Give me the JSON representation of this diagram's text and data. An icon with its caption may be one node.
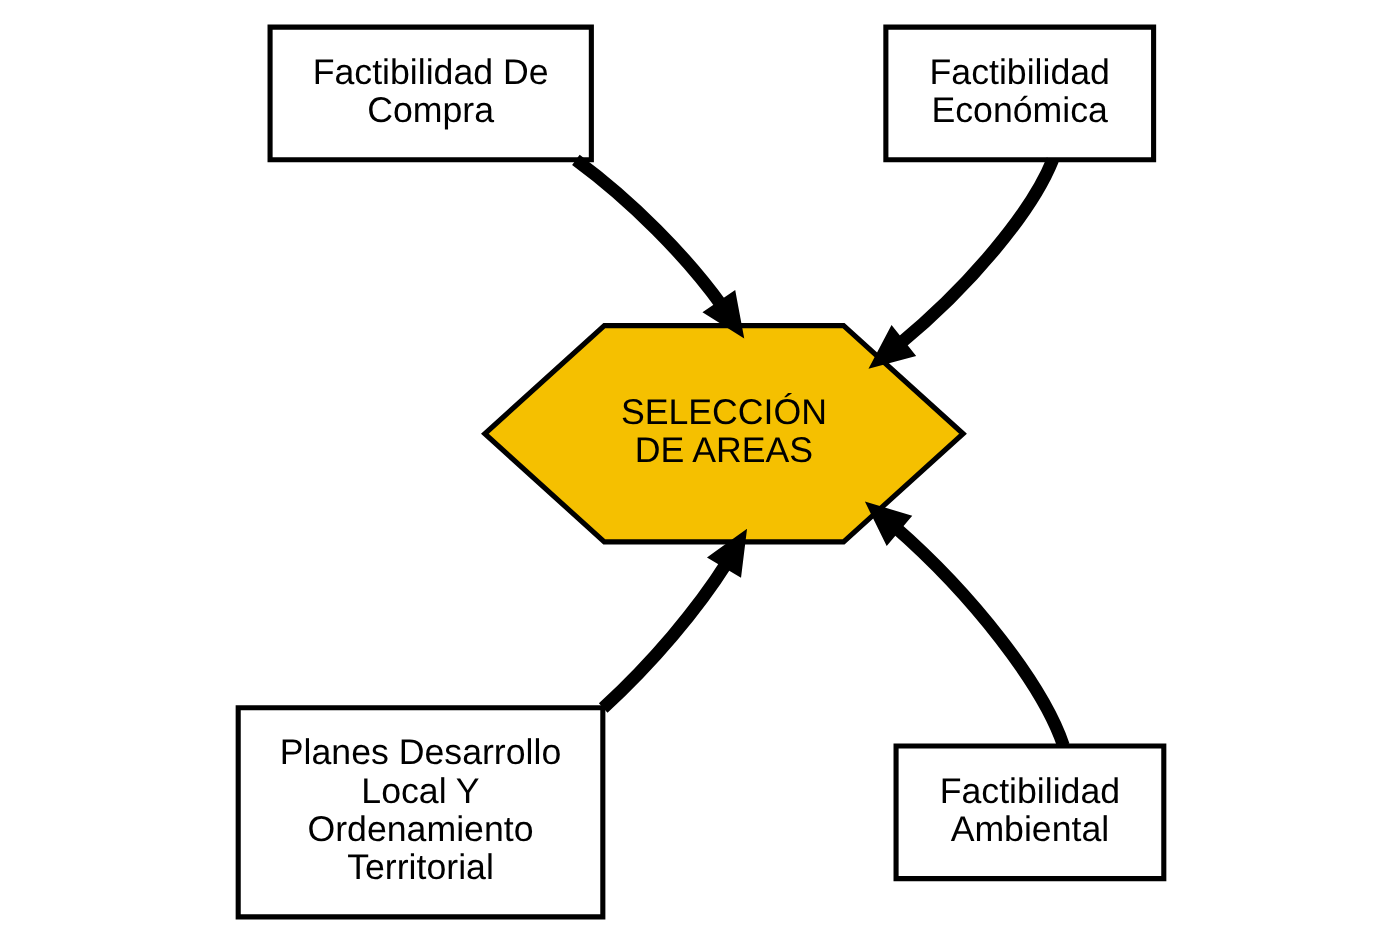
{
  "diagram": {
    "nodes": [
      {
        "text": [
          "Factibilidad De Compra"
        ]
      },
      {
        "text": [
          "Factibilidad Económica"
        ]
      },
      {
        "text": [
          "SELECCIÓN DE AREAS"
        ]
      },
      {
        "text": [
          "Planes Desarrollo Local Y Ordenamiento Territorial"
        ]
      },
      {
        "text": [
          "Factibilidad Ambiental"
        ]
      }
    ],
    "edges": [
      {
        "from": 0,
        "to": 2,
        "arrow": "to"
      },
      {
        "from": 1,
        "to": 2,
        "arrow": "to"
      },
      {
        "from": 3,
        "to": 2,
        "arrow": "to"
      },
      {
        "from": 4,
        "to": 2,
        "arrow": "to"
      }
    ]
  }
}
